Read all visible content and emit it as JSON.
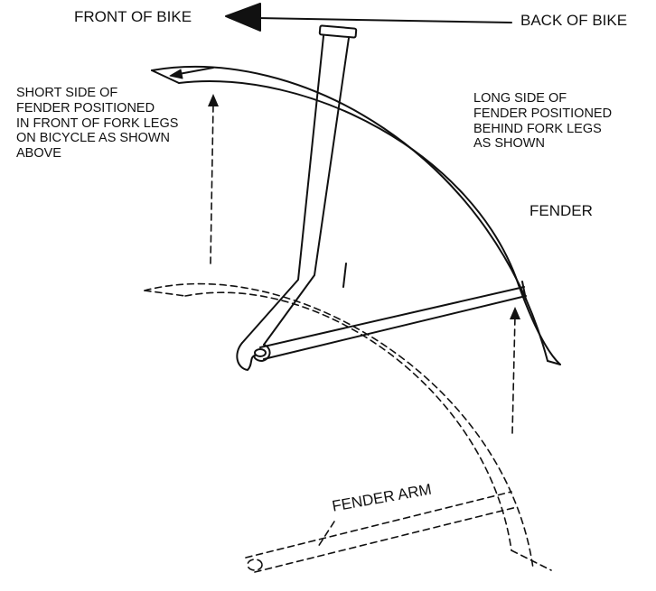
{
  "labels": {
    "front_of_bike": "FRONT OF BIKE",
    "back_of_bike": "BACK OF BIKE",
    "short_side": [
      "SHORT SIDE OF",
      "FENDER POSITIONED",
      "IN FRONT OF FORK LEGS",
      "ON BICYCLE AS SHOWN",
      "ABOVE"
    ],
    "long_side": [
      "LONG SIDE OF",
      "FENDER POSITIONED",
      "BEHIND FORK LEGS",
      "AS SHOWN"
    ],
    "fender": "FENDER",
    "fender_arm": "FENDER ARM"
  },
  "colors": {
    "ink": "#111111",
    "background": "#ffffff"
  }
}
